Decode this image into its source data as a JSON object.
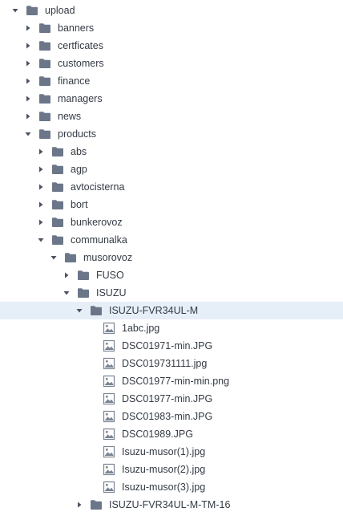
{
  "colors": {
    "folder": "#6b7789",
    "chevron": "#4a5361",
    "file_icon": "#7b8593",
    "selected_row": "#e6eef8",
    "text": "#333a44"
  },
  "tree": [
    {
      "label": "upload",
      "depth": 0,
      "kind": "folder",
      "state": "expanded",
      "selected": false
    },
    {
      "label": "banners",
      "depth": 1,
      "kind": "folder",
      "state": "collapsed",
      "selected": false
    },
    {
      "label": "certficates",
      "depth": 1,
      "kind": "folder",
      "state": "collapsed",
      "selected": false
    },
    {
      "label": "customers",
      "depth": 1,
      "kind": "folder",
      "state": "collapsed",
      "selected": false
    },
    {
      "label": "finance",
      "depth": 1,
      "kind": "folder",
      "state": "collapsed",
      "selected": false
    },
    {
      "label": "managers",
      "depth": 1,
      "kind": "folder",
      "state": "collapsed",
      "selected": false
    },
    {
      "label": "news",
      "depth": 1,
      "kind": "folder",
      "state": "collapsed",
      "selected": false
    },
    {
      "label": "products",
      "depth": 1,
      "kind": "folder",
      "state": "expanded",
      "selected": false
    },
    {
      "label": "abs",
      "depth": 2,
      "kind": "folder",
      "state": "collapsed",
      "selected": false
    },
    {
      "label": "agp",
      "depth": 2,
      "kind": "folder",
      "state": "collapsed",
      "selected": false
    },
    {
      "label": "avtocisterna",
      "depth": 2,
      "kind": "folder",
      "state": "collapsed",
      "selected": false
    },
    {
      "label": "bort",
      "depth": 2,
      "kind": "folder",
      "state": "collapsed",
      "selected": false
    },
    {
      "label": "bunkerovoz",
      "depth": 2,
      "kind": "folder",
      "state": "collapsed",
      "selected": false
    },
    {
      "label": "communalka",
      "depth": 2,
      "kind": "folder",
      "state": "expanded",
      "selected": false
    },
    {
      "label": "musorovoz",
      "depth": 3,
      "kind": "folder",
      "state": "expanded",
      "selected": false
    },
    {
      "label": "FUSO",
      "depth": 4,
      "kind": "folder",
      "state": "collapsed",
      "selected": false
    },
    {
      "label": "ISUZU",
      "depth": 4,
      "kind": "folder",
      "state": "expanded",
      "selected": false
    },
    {
      "label": "ISUZU-FVR34UL-M",
      "depth": 5,
      "kind": "folder",
      "state": "expanded",
      "selected": true
    },
    {
      "label": "1abc.jpg",
      "depth": 6,
      "kind": "file",
      "state": "none",
      "selected": false
    },
    {
      "label": "DSC01971-min.JPG",
      "depth": 6,
      "kind": "file",
      "state": "none",
      "selected": false
    },
    {
      "label": "DSC019731111.jpg",
      "depth": 6,
      "kind": "file",
      "state": "none",
      "selected": false
    },
    {
      "label": "DSC01977-min-min.png",
      "depth": 6,
      "kind": "file",
      "state": "none",
      "selected": false
    },
    {
      "label": "DSC01977-min.JPG",
      "depth": 6,
      "kind": "file",
      "state": "none",
      "selected": false
    },
    {
      "label": "DSC01983-min.JPG",
      "depth": 6,
      "kind": "file",
      "state": "none",
      "selected": false
    },
    {
      "label": "DSC01989.JPG",
      "depth": 6,
      "kind": "file",
      "state": "none",
      "selected": false
    },
    {
      "label": "Isuzu-musor(1).jpg",
      "depth": 6,
      "kind": "file",
      "state": "none",
      "selected": false
    },
    {
      "label": "Isuzu-musor(2).jpg",
      "depth": 6,
      "kind": "file",
      "state": "none",
      "selected": false
    },
    {
      "label": "Isuzu-musor(3).jpg",
      "depth": 6,
      "kind": "file",
      "state": "none",
      "selected": false
    },
    {
      "label": "ISUZU-FVR34UL-M-TM-16",
      "depth": 5,
      "kind": "folder",
      "state": "collapsed",
      "selected": false
    }
  ]
}
